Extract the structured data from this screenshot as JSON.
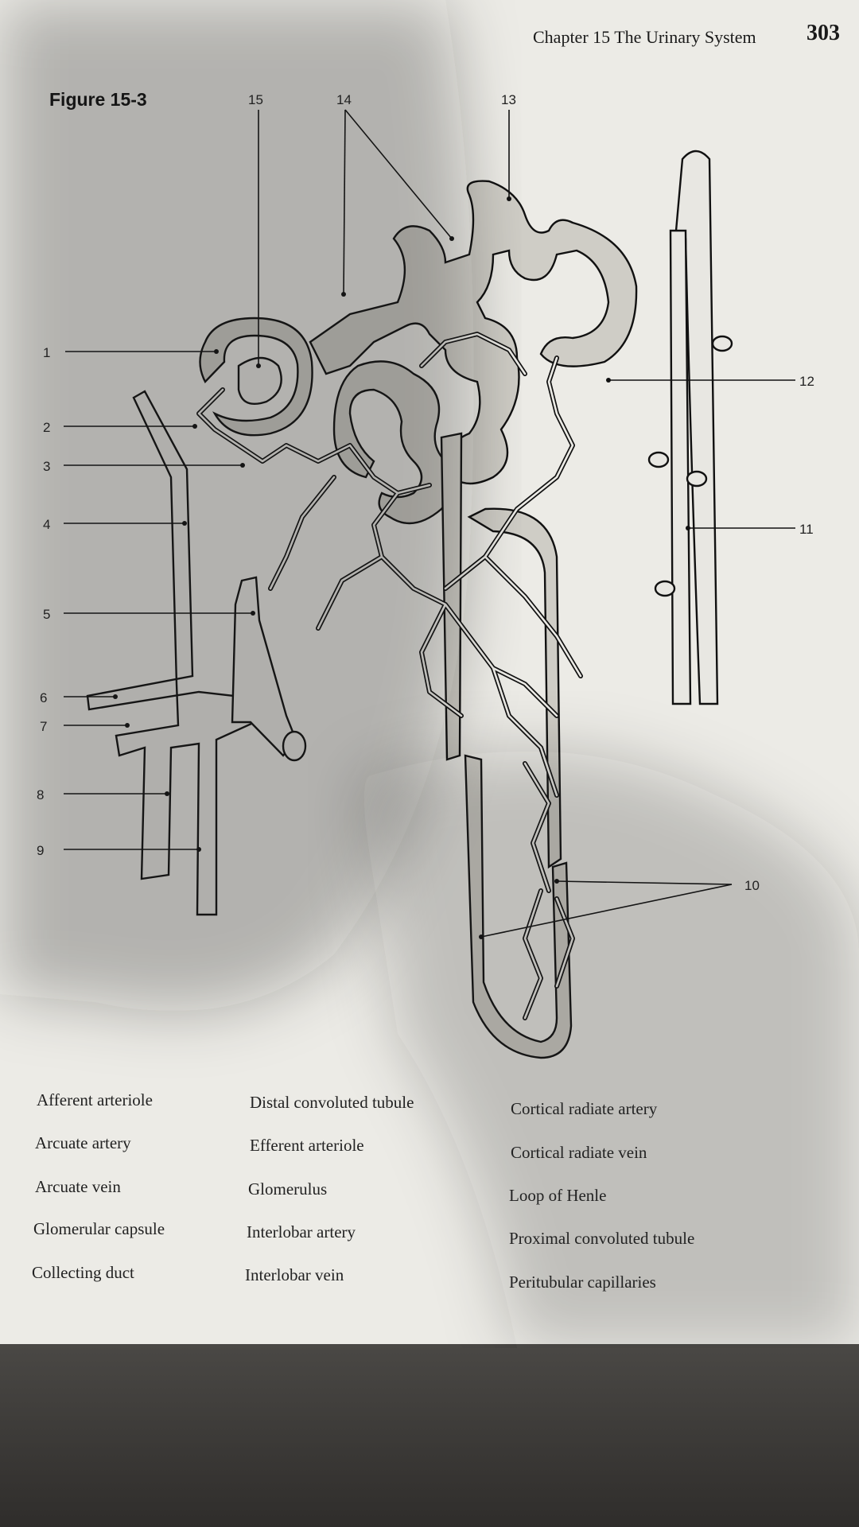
{
  "header": {
    "chapter": "Chapter 15  The Urinary System",
    "page_number": "303"
  },
  "figure": {
    "title": "Figure 15-3"
  },
  "labels": [
    "1",
    "2",
    "3",
    "4",
    "5",
    "6",
    "7",
    "8",
    "9",
    "10",
    "11",
    "12",
    "13",
    "14",
    "15"
  ],
  "terms": {
    "col1": [
      "Afferent arteriole",
      "Arcuate artery",
      "Arcuate vein",
      "Glomerular capsule",
      "Collecting duct"
    ],
    "col2": [
      "Distal convoluted tubule",
      "Efferent arteriole",
      "Glomerulus",
      "Interlobar artery",
      "Interlobar vein"
    ],
    "col3": [
      "Cortical radiate artery",
      "Cortical radiate vein",
      "Loop of Henle",
      "Proximal convoluted tubule",
      "Peritubular capillaries"
    ]
  }
}
